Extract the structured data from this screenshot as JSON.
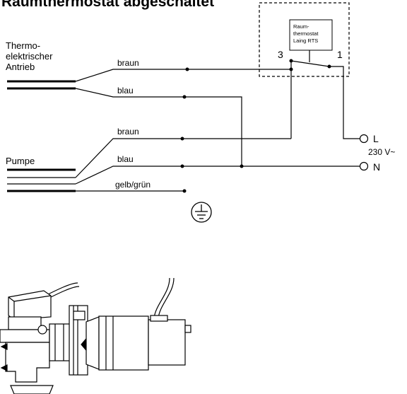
{
  "title": "Raumthermostat abgeschaltet",
  "thermostat": {
    "box_text_line1": "Raum-",
    "box_text_line2": "thermostat",
    "box_text_line3": "Laing RTS",
    "terminal_left": "3",
    "terminal_right": "1"
  },
  "actuator": {
    "label_line1": "Thermo-",
    "label_line2": "elektrischer",
    "label_line3": "Antrieb",
    "wire1": "braun",
    "wire2": "blau"
  },
  "pump": {
    "label": "Pumpe",
    "wire1": "braun",
    "wire2": "blau",
    "wire3": "gelb/grün"
  },
  "supply": {
    "terminal_l": "L",
    "terminal_n": "N",
    "voltage": "230 V~"
  },
  "icons": {
    "ground": "ground-icon",
    "pump_assembly": "pump-assembly-illustration"
  }
}
